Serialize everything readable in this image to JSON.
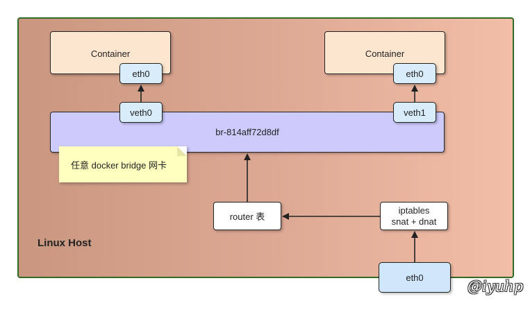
{
  "host": {
    "label": "Linux Host"
  },
  "containers": [
    {
      "label": "Container",
      "iface": "eth0",
      "veth": "veth0"
    },
    {
      "label": "Container",
      "iface": "eth0",
      "veth": "veth1"
    }
  ],
  "bridge": {
    "label": "br-814aff72d8df"
  },
  "note": {
    "text": "任意 docker  bridge 网卡"
  },
  "router": {
    "label": "router 表"
  },
  "iptables": {
    "line1": "iptables",
    "line2": "snat + dnat"
  },
  "host_iface": {
    "label": "eth0"
  },
  "watermark": {
    "text": "@iyuhp"
  },
  "colors": {
    "host_border": "#2f6b22",
    "container_fill": "#fde6cf",
    "iface_fill": "#d8ecfa",
    "bridge_fill": "#cccbfb",
    "note_fill": "#ffffc0"
  }
}
